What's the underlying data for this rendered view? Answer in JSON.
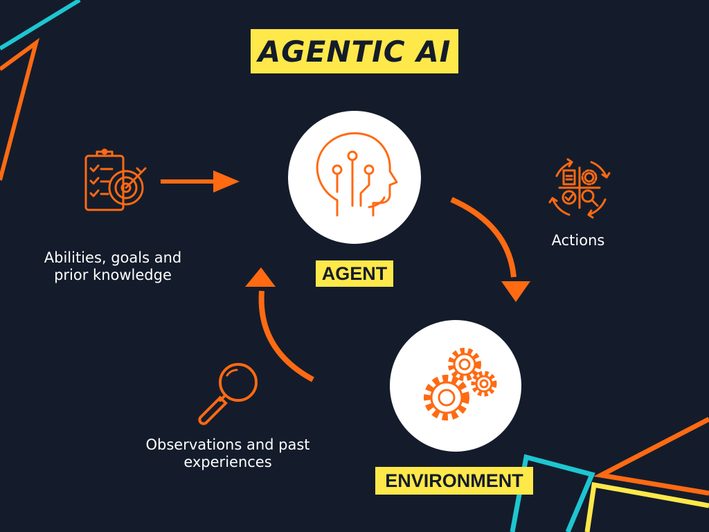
{
  "title": "AGENTIC AI",
  "nodes": {
    "agent": {
      "label": "AGENT"
    },
    "environment": {
      "label": "ENVIRONMENT"
    }
  },
  "captions": {
    "abilities": [
      "Abilities, goals and",
      "prior knowledge"
    ],
    "actions": "Actions",
    "observations": [
      "Observations and past",
      "experiences"
    ]
  },
  "icons": {
    "abilities": "clipboard-target-icon",
    "agent": "ai-head-icon",
    "actions": "actions-cycle-icon",
    "environment": "gears-icon",
    "observations": "magnifier-icon"
  },
  "colors": {
    "background": "#141c2b",
    "accent_orange": "#ff6a13",
    "accent_yellow": "#ffe84a",
    "accent_cyan": "#1ec6d1",
    "text": "#ffffff"
  }
}
